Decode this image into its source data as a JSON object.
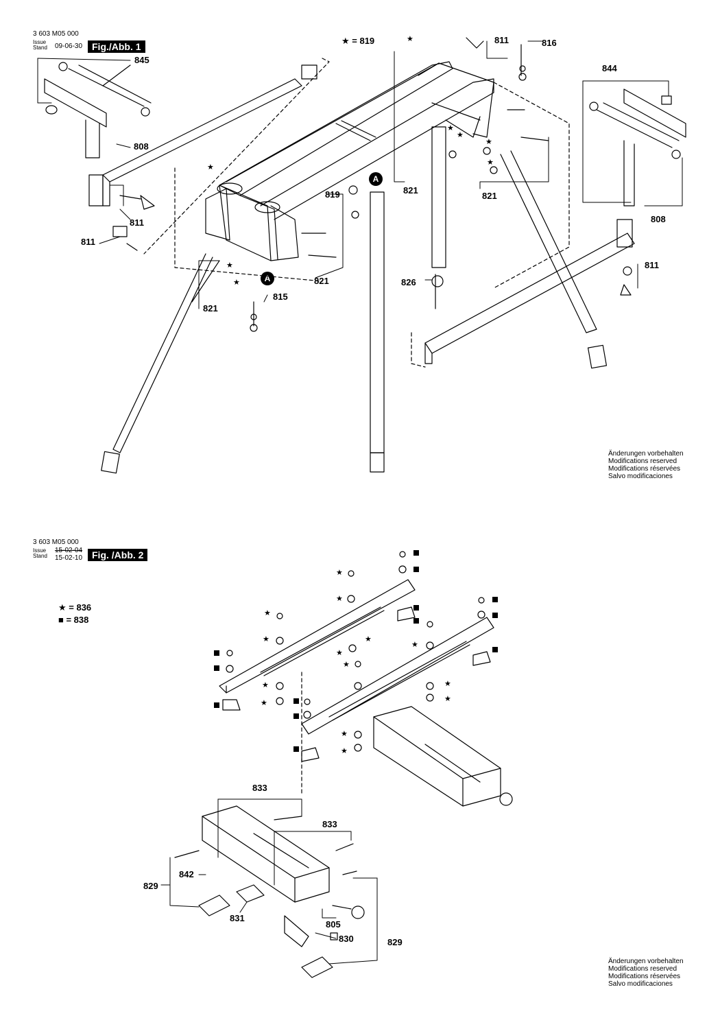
{
  "fig1": {
    "part_number": "3 603 M05 000",
    "issue_label": "Issue",
    "stand_label": "Stand",
    "date": "09-06-30",
    "tag": "Fig./Abb. 1",
    "star_legend": "★ = 819",
    "callouts": [
      "845",
      "808",
      "811",
      "811",
      "819",
      "821",
      "815",
      "821",
      "A",
      "A",
      "811",
      "816",
      "844",
      "821",
      "821",
      "826",
      "808",
      "811"
    ],
    "notes": [
      "Änderungen vorbehalten",
      "Modifications reserved",
      "Modifications réservées",
      "Salvo modificaciones"
    ]
  },
  "fig2": {
    "part_number": "3 603 M05 000",
    "issue_label": "Issue",
    "stand_label": "Stand",
    "date_old": "15-02-04",
    "date": "15-02-10",
    "tag": "Fig. /Abb. 2",
    "legend_star": "★ = 836",
    "legend_square": "■ = 838",
    "callouts": [
      "833",
      "833",
      "829",
      "842",
      "831",
      "805",
      "830",
      "829"
    ],
    "notes": [
      "Änderungen vorbehalten",
      "Modifications reserved",
      "Modifications réservées",
      "Salvo modificaciones"
    ]
  }
}
